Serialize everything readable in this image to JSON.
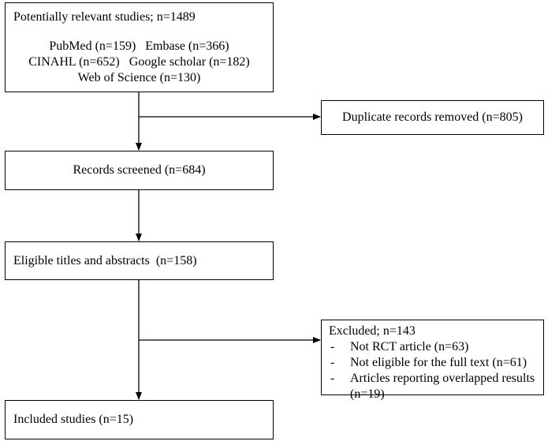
{
  "flow": {
    "identified": {
      "title": "Potentially relevant studies; n=1489",
      "sources": [
        "PubMed (n=159)   Embase (n=366)",
        "CINAHL (n=652)   Google scholar (n=182)",
        "Web of Science (n=130)"
      ]
    },
    "duplicates": "Duplicate records removed (n=805)",
    "screened": "Records screened (n=684)",
    "eligible": "Eligible titles and abstracts  (n=158)",
    "excluded": {
      "title": "Excluded; n=143",
      "items": [
        "Not RCT article (n=63)",
        "Not eligible for the full text (n=61)",
        "Articles reporting overlapped results (n=19)"
      ]
    },
    "included": "Included studies (n=15)"
  }
}
